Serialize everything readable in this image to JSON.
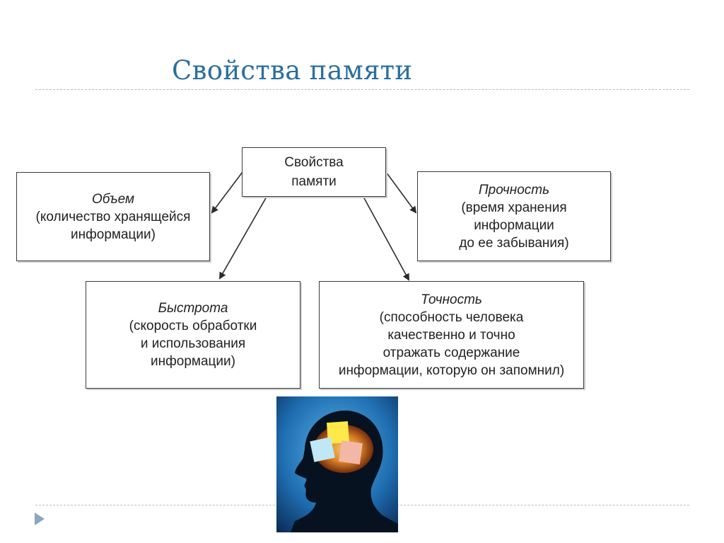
{
  "slide": {
    "title": "Свойства памяти",
    "accent_color": "#2a6f9f"
  },
  "diagram": {
    "center": {
      "line1": "Свойства",
      "line2": "памяти"
    },
    "volume": {
      "head": "Объем",
      "line1": "(количество хранящейся",
      "line2": "информации)"
    },
    "strength": {
      "head": "Прочность",
      "line1": "(время хранения",
      "line2": "информации",
      "line3": "до ее забывания)"
    },
    "speed": {
      "head": "Быстрота",
      "line1": "(скорость обработки",
      "line2": "и использования",
      "line3": "информации)"
    },
    "accuracy": {
      "head": "Точность",
      "line1": "(способность человека",
      "line2": "качественно и точно",
      "line3": "отражать содержание",
      "line4": "информации, которую он запомнил)"
    }
  },
  "icons": {
    "nav": "play-triangle-icon",
    "picture": "head-silhouette-sticky-notes-icon"
  }
}
